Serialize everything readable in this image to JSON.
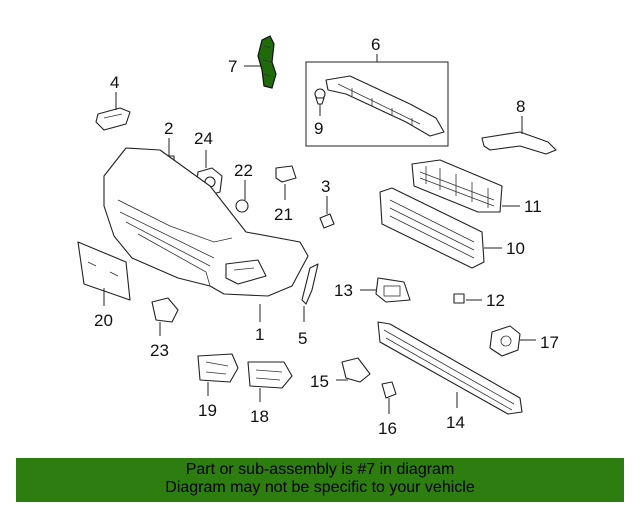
{
  "diagram": {
    "callouts": [
      "7",
      "6",
      "4",
      "9",
      "8",
      "2",
      "24",
      "22",
      "3",
      "11",
      "21",
      "10",
      "13",
      "12",
      "20",
      "1",
      "5",
      "23",
      "17",
      "15",
      "19",
      "18",
      "16",
      "14"
    ],
    "highlight_color": "#1f6b0c",
    "highlighted_part": "7"
  },
  "banner": {
    "line1": "Part or sub-assembly is #7 in diagram",
    "line2": "Diagram may not be specific to your vehicle",
    "color": "#2e7d10"
  }
}
